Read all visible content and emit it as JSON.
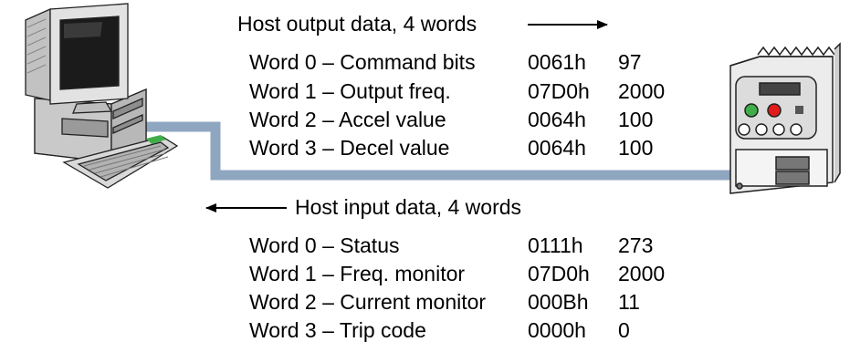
{
  "output": {
    "heading": "Host output data, 4 words",
    "rows": [
      {
        "label": "Word 0 – Command bits",
        "hex": "0061h",
        "dec": "97"
      },
      {
        "label": "Word 1 – Output freq.",
        "hex": "07D0h",
        "dec": "2000"
      },
      {
        "label": "Word 2 – Accel value",
        "hex": "0064h",
        "dec": "100"
      },
      {
        "label": "Word 3 – Decel value",
        "hex": "0064h",
        "dec": "100"
      }
    ]
  },
  "input": {
    "heading": "Host input data, 4 words",
    "rows": [
      {
        "label": "Word 0 – Status",
        "hex": "0111h",
        "dec": "273"
      },
      {
        "label": "Word 1 – Freq. monitor",
        "hex": "07D0h",
        "dec": "2000"
      },
      {
        "label": "Word 2 – Current monitor",
        "hex": "000Bh",
        "dec": "11"
      },
      {
        "label": "Word 3 – Trip code",
        "hex": "0000h",
        "dec": "0"
      }
    ]
  },
  "colors": {
    "cable": "#8fa6c0",
    "inverter_button_green": "#3fae49",
    "inverter_button_red": "#e21b1b",
    "computer_body": "#d6d6d6"
  },
  "icons": [
    "host-computer-icon",
    "inverter-drive-icon"
  ]
}
